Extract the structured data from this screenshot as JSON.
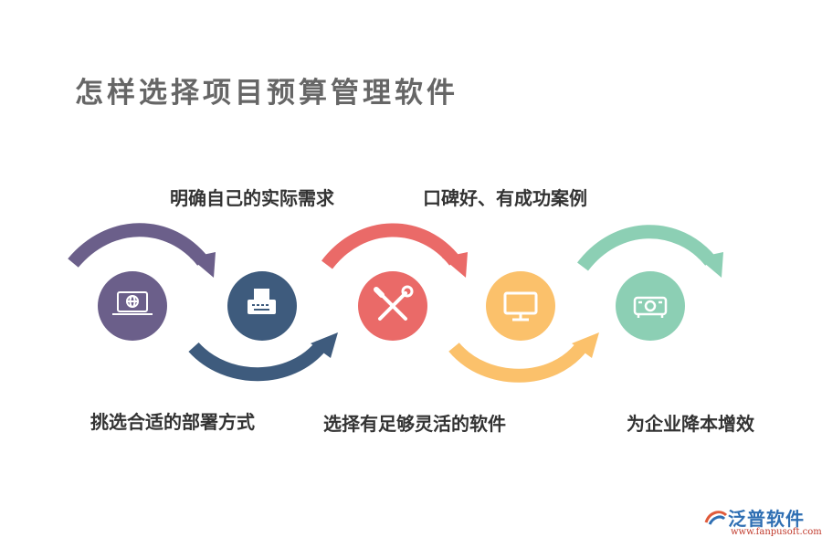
{
  "title": "怎样选择项目预算管理软件",
  "steps": [
    {
      "label": "挑选合适的部署方式",
      "icon": "laptop-globe-icon",
      "color": "#6b5f8a"
    },
    {
      "label": "明确自己的实际需求",
      "icon": "printer-icon",
      "color": "#3e5b7d"
    },
    {
      "label": "选择有足够灵活的软件",
      "icon": "tools-icon",
      "color": "#ea6a68"
    },
    {
      "label": "口碑好、有成功案例",
      "icon": "monitor-icon",
      "color": "#fbc16b"
    },
    {
      "label": "为企业降本增效",
      "icon": "projector-icon",
      "color": "#8ccfb4"
    }
  ],
  "brand": {
    "name": "泛普软件",
    "url": "www.fanpusoft.com",
    "logo_icon": "fanpu-logo-icon"
  }
}
